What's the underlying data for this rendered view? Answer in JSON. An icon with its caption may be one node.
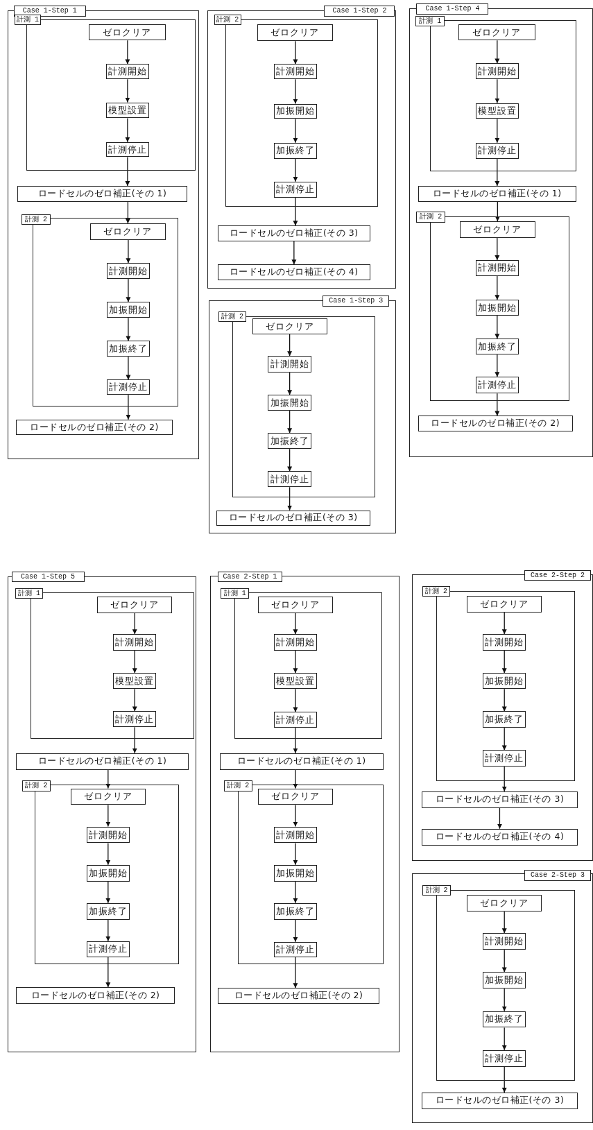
{
  "diagram": {
    "nodes": [
      {
        "text": [
          "Case 1-Step 1"
        ]
      },
      {
        "text": [
          "計測 1"
        ],
        "in": 0
      },
      {
        "text": [
          "ゼロクリア"
        ],
        "in": 1
      },
      {
        "text": [
          "計測開始"
        ],
        "in": 1
      },
      {
        "text": [
          "模型設置"
        ],
        "in": 1
      },
      {
        "text": [
          "計測停止"
        ],
        "in": 1
      },
      {
        "text": [
          "ロードセルのゼロ補正(その 1)"
        ],
        "in": 0
      },
      {
        "text": [
          "計測 2"
        ],
        "in": 0
      },
      {
        "text": [
          "ゼロクリア"
        ],
        "in": 7
      },
      {
        "text": [
          "計測開始"
        ],
        "in": 7
      },
      {
        "text": [
          "加振開始"
        ],
        "in": 7
      },
      {
        "text": [
          "加振終了"
        ],
        "in": 7
      },
      {
        "text": [
          "計測停止"
        ],
        "in": 7
      },
      {
        "text": [
          "ロードセルのゼロ補正(その 2)"
        ],
        "in": 0
      },
      {
        "text": [
          "Case 1-Step 2"
        ]
      },
      {
        "text": [
          "計測 2"
        ],
        "in": 14
      },
      {
        "text": [
          "ゼロクリア"
        ],
        "in": 15
      },
      {
        "text": [
          "計測開始"
        ],
        "in": 15
      },
      {
        "text": [
          "加振開始"
        ],
        "in": 15
      },
      {
        "text": [
          "加振終了"
        ],
        "in": 15
      },
      {
        "text": [
          "計測停止"
        ],
        "in": 15
      },
      {
        "text": [
          "ロードセルのゼロ補正(その 3)"
        ],
        "in": 14
      },
      {
        "text": [
          "ロードセルのゼロ補正(その 4)"
        ],
        "in": 14
      },
      {
        "text": [
          "Case 1-Step 3"
        ]
      },
      {
        "text": [
          "計測 2"
        ],
        "in": 23
      },
      {
        "text": [
          "ゼロクリア"
        ],
        "in": 24
      },
      {
        "text": [
          "計測開始"
        ],
        "in": 24
      },
      {
        "text": [
          "加振開始"
        ],
        "in": 24
      },
      {
        "text": [
          "加振終了"
        ],
        "in": 24
      },
      {
        "text": [
          "計測停止"
        ],
        "in": 24
      },
      {
        "text": [
          "ロードセルのゼロ補正(その 3)"
        ],
        "in": 23
      },
      {
        "text": [
          "Case 1-Step 4"
        ]
      },
      {
        "text": [
          "計測 1"
        ],
        "in": 31
      },
      {
        "text": [
          "ゼロクリア"
        ],
        "in": 32
      },
      {
        "text": [
          "計測開始"
        ],
        "in": 32
      },
      {
        "text": [
          "模型設置"
        ],
        "in": 32
      },
      {
        "text": [
          "計測停止"
        ],
        "in": 32
      },
      {
        "text": [
          "ロードセルのゼロ補正(その 1)"
        ],
        "in": 31
      },
      {
        "text": [
          "計測 2"
        ],
        "in": 31
      },
      {
        "text": [
          "ゼロクリア"
        ],
        "in": 38
      },
      {
        "text": [
          "計測開始"
        ],
        "in": 38
      },
      {
        "text": [
          "加振開始"
        ],
        "in": 38
      },
      {
        "text": [
          "加振終了"
        ],
        "in": 38
      },
      {
        "text": [
          "計測停止"
        ],
        "in": 38
      },
      {
        "text": [
          "ロードセルのゼロ補正(その 2)"
        ],
        "in": 31
      },
      {
        "text": [
          "Case 1-Step 5"
        ]
      },
      {
        "text": [
          "計測 1"
        ],
        "in": 45
      },
      {
        "text": [
          "ゼロクリア"
        ],
        "in": 46
      },
      {
        "text": [
          "計測開始"
        ],
        "in": 46
      },
      {
        "text": [
          "模型設置"
        ],
        "in": 46
      },
      {
        "text": [
          "計測停止"
        ],
        "in": 46
      },
      {
        "text": [
          "ロードセルのゼロ補正(その 1)"
        ],
        "in": 45
      },
      {
        "text": [
          "計測 2"
        ],
        "in": 45
      },
      {
        "text": [
          "ゼロクリア"
        ],
        "in": 52
      },
      {
        "text": [
          "計測開始"
        ],
        "in": 52
      },
      {
        "text": [
          "加振開始"
        ],
        "in": 52
      },
      {
        "text": [
          "加振終了"
        ],
        "in": 52
      },
      {
        "text": [
          "計測停止"
        ],
        "in": 52
      },
      {
        "text": [
          "ロードセルのゼロ補正(その 2)"
        ],
        "in": 45
      },
      {
        "text": [
          "Case 2-Step 1"
        ]
      },
      {
        "text": [
          "計測 1"
        ],
        "in": 59
      },
      {
        "text": [
          "ゼロクリア"
        ],
        "in": 60
      },
      {
        "text": [
          "計測開始"
        ],
        "in": 60
      },
      {
        "text": [
          "模型設置"
        ],
        "in": 60
      },
      {
        "text": [
          "計測停止"
        ],
        "in": 60
      },
      {
        "text": [
          "ロードセルのゼロ補正(その 1)"
        ],
        "in": 59
      },
      {
        "text": [
          "計測 2"
        ],
        "in": 59
      },
      {
        "text": [
          "ゼロクリア"
        ],
        "in": 66
      },
      {
        "text": [
          "計測開始"
        ],
        "in": 66
      },
      {
        "text": [
          "加振開始"
        ],
        "in": 66
      },
      {
        "text": [
          "加振終了"
        ],
        "in": 66
      },
      {
        "text": [
          "計測停止"
        ],
        "in": 66
      },
      {
        "text": [
          "ロードセルのゼロ補正(その 2)"
        ],
        "in": 59
      },
      {
        "text": [
          "Case 2-Step 2"
        ]
      },
      {
        "text": [
          "計測 2"
        ],
        "in": 73
      },
      {
        "text": [
          "ゼロクリア"
        ],
        "in": 74
      },
      {
        "text": [
          "計測開始"
        ],
        "in": 74
      },
      {
        "text": [
          "加振開始"
        ],
        "in": 74
      },
      {
        "text": [
          "加振終了"
        ],
        "in": 74
      },
      {
        "text": [
          "計測停止"
        ],
        "in": 74
      },
      {
        "text": [
          "ロードセルのゼロ補正(その 3)"
        ],
        "in": 73
      },
      {
        "text": [
          "ロードセルのゼロ補正(その 4)"
        ],
        "in": 73
      },
      {
        "text": [
          "Case 2-Step 3"
        ]
      },
      {
        "text": [
          "計測 2"
        ],
        "in": 82
      },
      {
        "text": [
          "ゼロクリア"
        ],
        "in": 83
      },
      {
        "text": [
          "計測開始"
        ],
        "in": 83
      },
      {
        "text": [
          "加振開始"
        ],
        "in": 83
      },
      {
        "text": [
          "加振終了"
        ],
        "in": 83
      },
      {
        "text": [
          "計測停止"
        ],
        "in": 83
      },
      {
        "text": [
          "ロードセルのゼロ補正(その 3)"
        ],
        "in": 82
      }
    ],
    "edges": [
      {
        "from": 2,
        "to": 3,
        "arrow": "to"
      },
      {
        "from": 3,
        "to": 4,
        "arrow": "to"
      },
      {
        "from": 4,
        "to": 5,
        "arrow": "to"
      },
      {
        "from": 5,
        "to": 6,
        "arrow": "to"
      },
      {
        "from": 6,
        "to": 8,
        "arrow": "to"
      },
      {
        "from": 8,
        "to": 9,
        "arrow": "to"
      },
      {
        "from": 9,
        "to": 10,
        "arrow": "to"
      },
      {
        "from": 10,
        "to": 11,
        "arrow": "to"
      },
      {
        "from": 11,
        "to": 12,
        "arrow": "to"
      },
      {
        "from": 12,
        "to": 13,
        "arrow": "to"
      },
      {
        "from": 16,
        "to": 17,
        "arrow": "to"
      },
      {
        "from": 17,
        "to": 18,
        "arrow": "to"
      },
      {
        "from": 18,
        "to": 19,
        "arrow": "to"
      },
      {
        "from": 19,
        "to": 20,
        "arrow": "to"
      },
      {
        "from": 20,
        "to": 21,
        "arrow": "to"
      },
      {
        "from": 21,
        "to": 22,
        "arrow": "to"
      },
      {
        "from": 25,
        "to": 26,
        "arrow": "to"
      },
      {
        "from": 26,
        "to": 27,
        "arrow": "to"
      },
      {
        "from": 27,
        "to": 28,
        "arrow": "to"
      },
      {
        "from": 28,
        "to": 29,
        "arrow": "to"
      },
      {
        "from": 29,
        "to": 30,
        "arrow": "to"
      },
      {
        "from": 33,
        "to": 34,
        "arrow": "to"
      },
      {
        "from": 34,
        "to": 35,
        "arrow": "to"
      },
      {
        "from": 35,
        "to": 36,
        "arrow": "to"
      },
      {
        "from": 36,
        "to": 37,
        "arrow": "to"
      },
      {
        "from": 37,
        "to": 39,
        "arrow": "to"
      },
      {
        "from": 39,
        "to": 40,
        "arrow": "to"
      },
      {
        "from": 40,
        "to": 41,
        "arrow": "to"
      },
      {
        "from": 41,
        "to": 42,
        "arrow": "to"
      },
      {
        "from": 42,
        "to": 43,
        "arrow": "to"
      },
      {
        "from": 43,
        "to": 44,
        "arrow": "to"
      },
      {
        "from": 47,
        "to": 48,
        "arrow": "to"
      },
      {
        "from": 48,
        "to": 49,
        "arrow": "to"
      },
      {
        "from": 49,
        "to": 50,
        "arrow": "to"
      },
      {
        "from": 50,
        "to": 51,
        "arrow": "to"
      },
      {
        "from": 51,
        "to": 53,
        "arrow": "to"
      },
      {
        "from": 53,
        "to": 54,
        "arrow": "to"
      },
      {
        "from": 54,
        "to": 55,
        "arrow": "to"
      },
      {
        "from": 55,
        "to": 56,
        "arrow": "to"
      },
      {
        "from": 56,
        "to": 57,
        "arrow": "to"
      },
      {
        "from": 57,
        "to": 58,
        "arrow": "to"
      },
      {
        "from": 61,
        "to": 62,
        "arrow": "to"
      },
      {
        "from": 62,
        "to": 63,
        "arrow": "to"
      },
      {
        "from": 63,
        "to": 64,
        "arrow": "to"
      },
      {
        "from": 64,
        "to": 65,
        "arrow": "to"
      },
      {
        "from": 65,
        "to": 67,
        "arrow": "to"
      },
      {
        "from": 67,
        "to": 68,
        "arrow": "to"
      },
      {
        "from": 68,
        "to": 69,
        "arrow": "to"
      },
      {
        "from": 69,
        "to": 70,
        "arrow": "to"
      },
      {
        "from": 70,
        "to": 71,
        "arrow": "to"
      },
      {
        "from": 71,
        "to": 72,
        "arrow": "to"
      },
      {
        "from": 75,
        "to": 76,
        "arrow": "to"
      },
      {
        "from": 76,
        "to": 77,
        "arrow": "to"
      },
      {
        "from": 77,
        "to": 78,
        "arrow": "to"
      },
      {
        "from": 78,
        "to": 79,
        "arrow": "to"
      },
      {
        "from": 79,
        "to": 80,
        "arrow": "to"
      },
      {
        "from": 80,
        "to": 81,
        "arrow": "to"
      },
      {
        "from": 84,
        "to": 85,
        "arrow": "to"
      },
      {
        "from": 85,
        "to": 86,
        "arrow": "to"
      },
      {
        "from": 86,
        "to": 87,
        "arrow": "to"
      },
      {
        "from": 87,
        "to": 88,
        "arrow": "to"
      },
      {
        "from": 88,
        "to": 89,
        "arrow": "to"
      }
    ]
  }
}
